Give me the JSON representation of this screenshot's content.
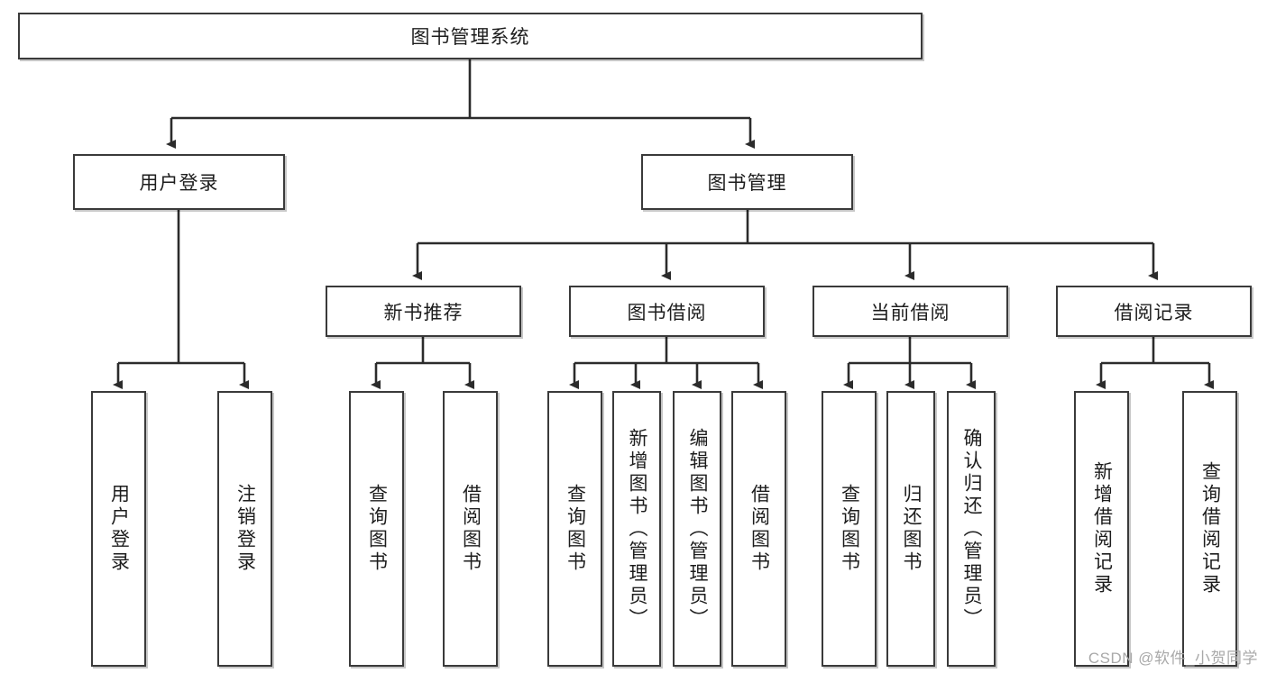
{
  "diagram": {
    "title_root": "图书管理系统",
    "watermark": "CSDN @软件_小贺同学",
    "colors": {
      "box_border": "#3a3a3a",
      "box_fill": "#ffffff",
      "line": "#2b2b2b",
      "text": "#1d1d1d",
      "watermark": "#a9a9a9"
    },
    "levels": {
      "root": {
        "label": "图书管理系统"
      },
      "level2": [
        {
          "label": "用户登录"
        },
        {
          "label": "图书管理"
        }
      ],
      "level3": [
        {
          "label": "新书推荐"
        },
        {
          "label": "图书借阅"
        },
        {
          "label": "当前借阅"
        },
        {
          "label": "借阅记录"
        }
      ],
      "leaves": {
        "user_login": [
          {
            "label": "用户登录"
          },
          {
            "label": "注销登录"
          }
        ],
        "new_book_recommend": [
          {
            "label": "查询图书"
          },
          {
            "label": "借阅图书"
          }
        ],
        "book_borrow": [
          {
            "label": "查询图书"
          },
          {
            "label": "新增图书（管理员）"
          },
          {
            "label": "编辑图书（管理员）"
          },
          {
            "label": "借阅图书"
          }
        ],
        "current_borrow": [
          {
            "label": "查询图书"
          },
          {
            "label": "归还图书"
          },
          {
            "label": "确认归还（管理员）"
          }
        ],
        "borrow_record": [
          {
            "label": "新增借阅记录"
          },
          {
            "label": "查询借阅记录"
          }
        ]
      }
    }
  }
}
